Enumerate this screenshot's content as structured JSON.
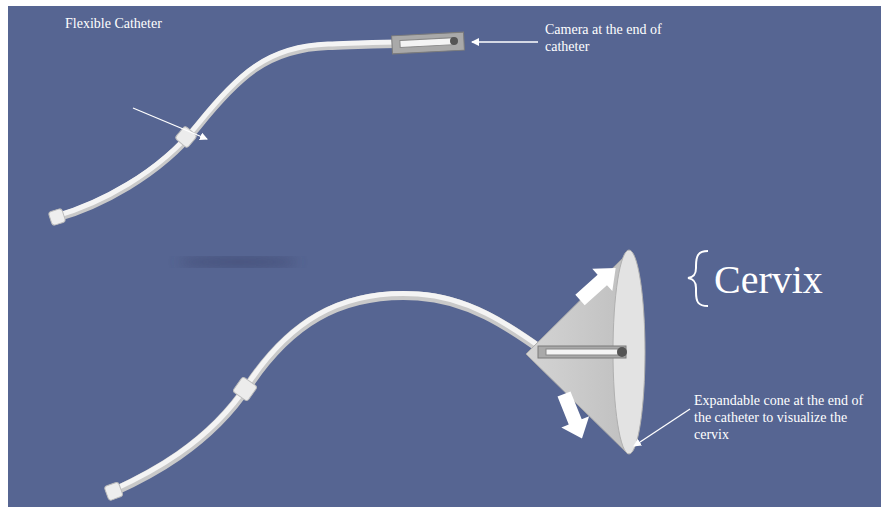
{
  "diagram": {
    "labels": [
      "Flexible Catheter",
      "Camera at the end of catheter",
      "Cervix",
      "Expandable cone at the end of the catheter to visualize the cervix"
    ]
  }
}
